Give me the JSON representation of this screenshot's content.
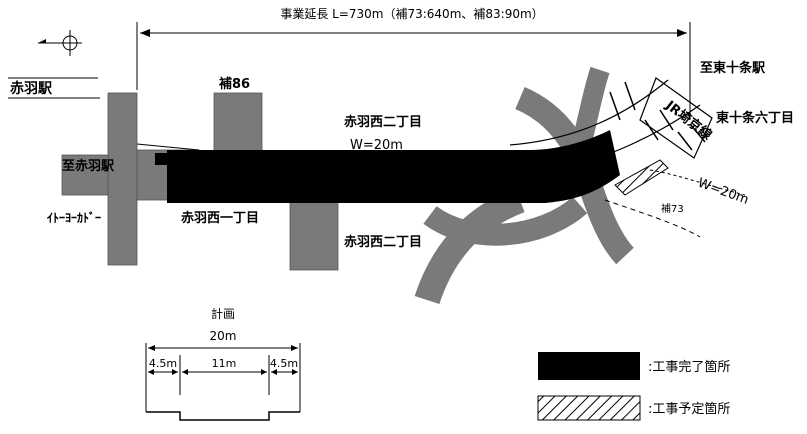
{
  "project_length": "事業延長 L=730m（補73:640m、補83:90m）",
  "labels": {
    "to_higashi_jujo_station": "至東十条駅",
    "akabane_station": "赤羽駅",
    "ho86": "補86",
    "akabane_nishi_2_top": "赤羽西二丁目",
    "width_top": "W=20m",
    "higashi_jujo_6": "東十条六丁目",
    "jr_saikyo_line": "JR埼京線",
    "width_right": "W=20m",
    "ho73": "補73",
    "to_akabane_station": "至赤羽駅",
    "ito_yokado": "ｲﾄｰﾖｰｶﾄﾞｰ",
    "akabane_nishi_1": "赤羽西一丁目",
    "akabane_nishi_2_bottom": "赤羽西二丁目"
  },
  "section": {
    "title": "計画",
    "total_width": "20m",
    "left_sidewalk": "4.5m",
    "roadway": "11m",
    "right_sidewalk": "4.5m"
  },
  "legend": {
    "completed": ":工事完了箇所",
    "planned": ":工事予定箇所"
  },
  "colors": {
    "existing_road": "#7a7a7a",
    "completed": "#000000",
    "planned_hatch": "#000000"
  },
  "north_arrow": "north-arrow-icon"
}
